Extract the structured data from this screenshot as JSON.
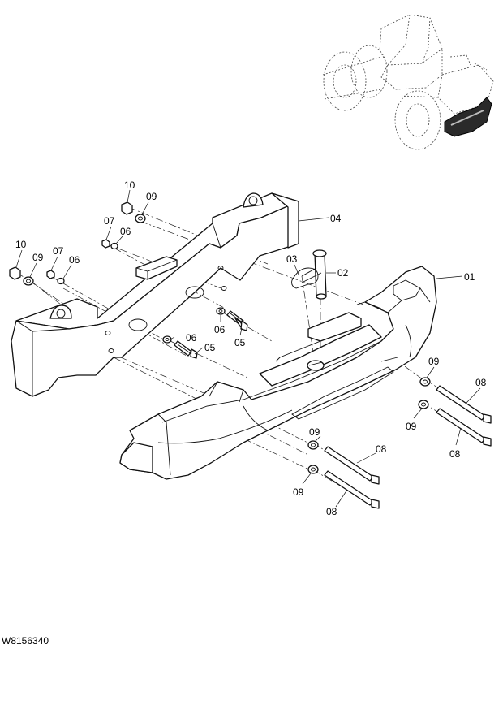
{
  "drawing_code": "W8156340",
  "callouts": [
    {
      "id": "c-01",
      "text": "01"
    },
    {
      "id": "c-02",
      "text": "02"
    },
    {
      "id": "c-03",
      "text": "03"
    },
    {
      "id": "c-04",
      "text": "04"
    },
    {
      "id": "c-05a",
      "text": "05"
    },
    {
      "id": "c-05b",
      "text": "05"
    },
    {
      "id": "c-06a",
      "text": "06"
    },
    {
      "id": "c-06b",
      "text": "06"
    },
    {
      "id": "c-06c",
      "text": "06"
    },
    {
      "id": "c-06d",
      "text": "06"
    },
    {
      "id": "c-07a",
      "text": "07"
    },
    {
      "id": "c-07b",
      "text": "07"
    },
    {
      "id": "c-08a",
      "text": "08"
    },
    {
      "id": "c-08b",
      "text": "08"
    },
    {
      "id": "c-08c",
      "text": "08"
    },
    {
      "id": "c-08d",
      "text": "08"
    },
    {
      "id": "c-09a",
      "text": "09"
    },
    {
      "id": "c-09b",
      "text": "09"
    },
    {
      "id": "c-09c",
      "text": "09"
    },
    {
      "id": "c-09d",
      "text": "09"
    },
    {
      "id": "c-09e",
      "text": "09"
    },
    {
      "id": "c-09f",
      "text": "09"
    },
    {
      "id": "c-10a",
      "text": "10"
    },
    {
      "id": "c-10b",
      "text": "10"
    }
  ]
}
